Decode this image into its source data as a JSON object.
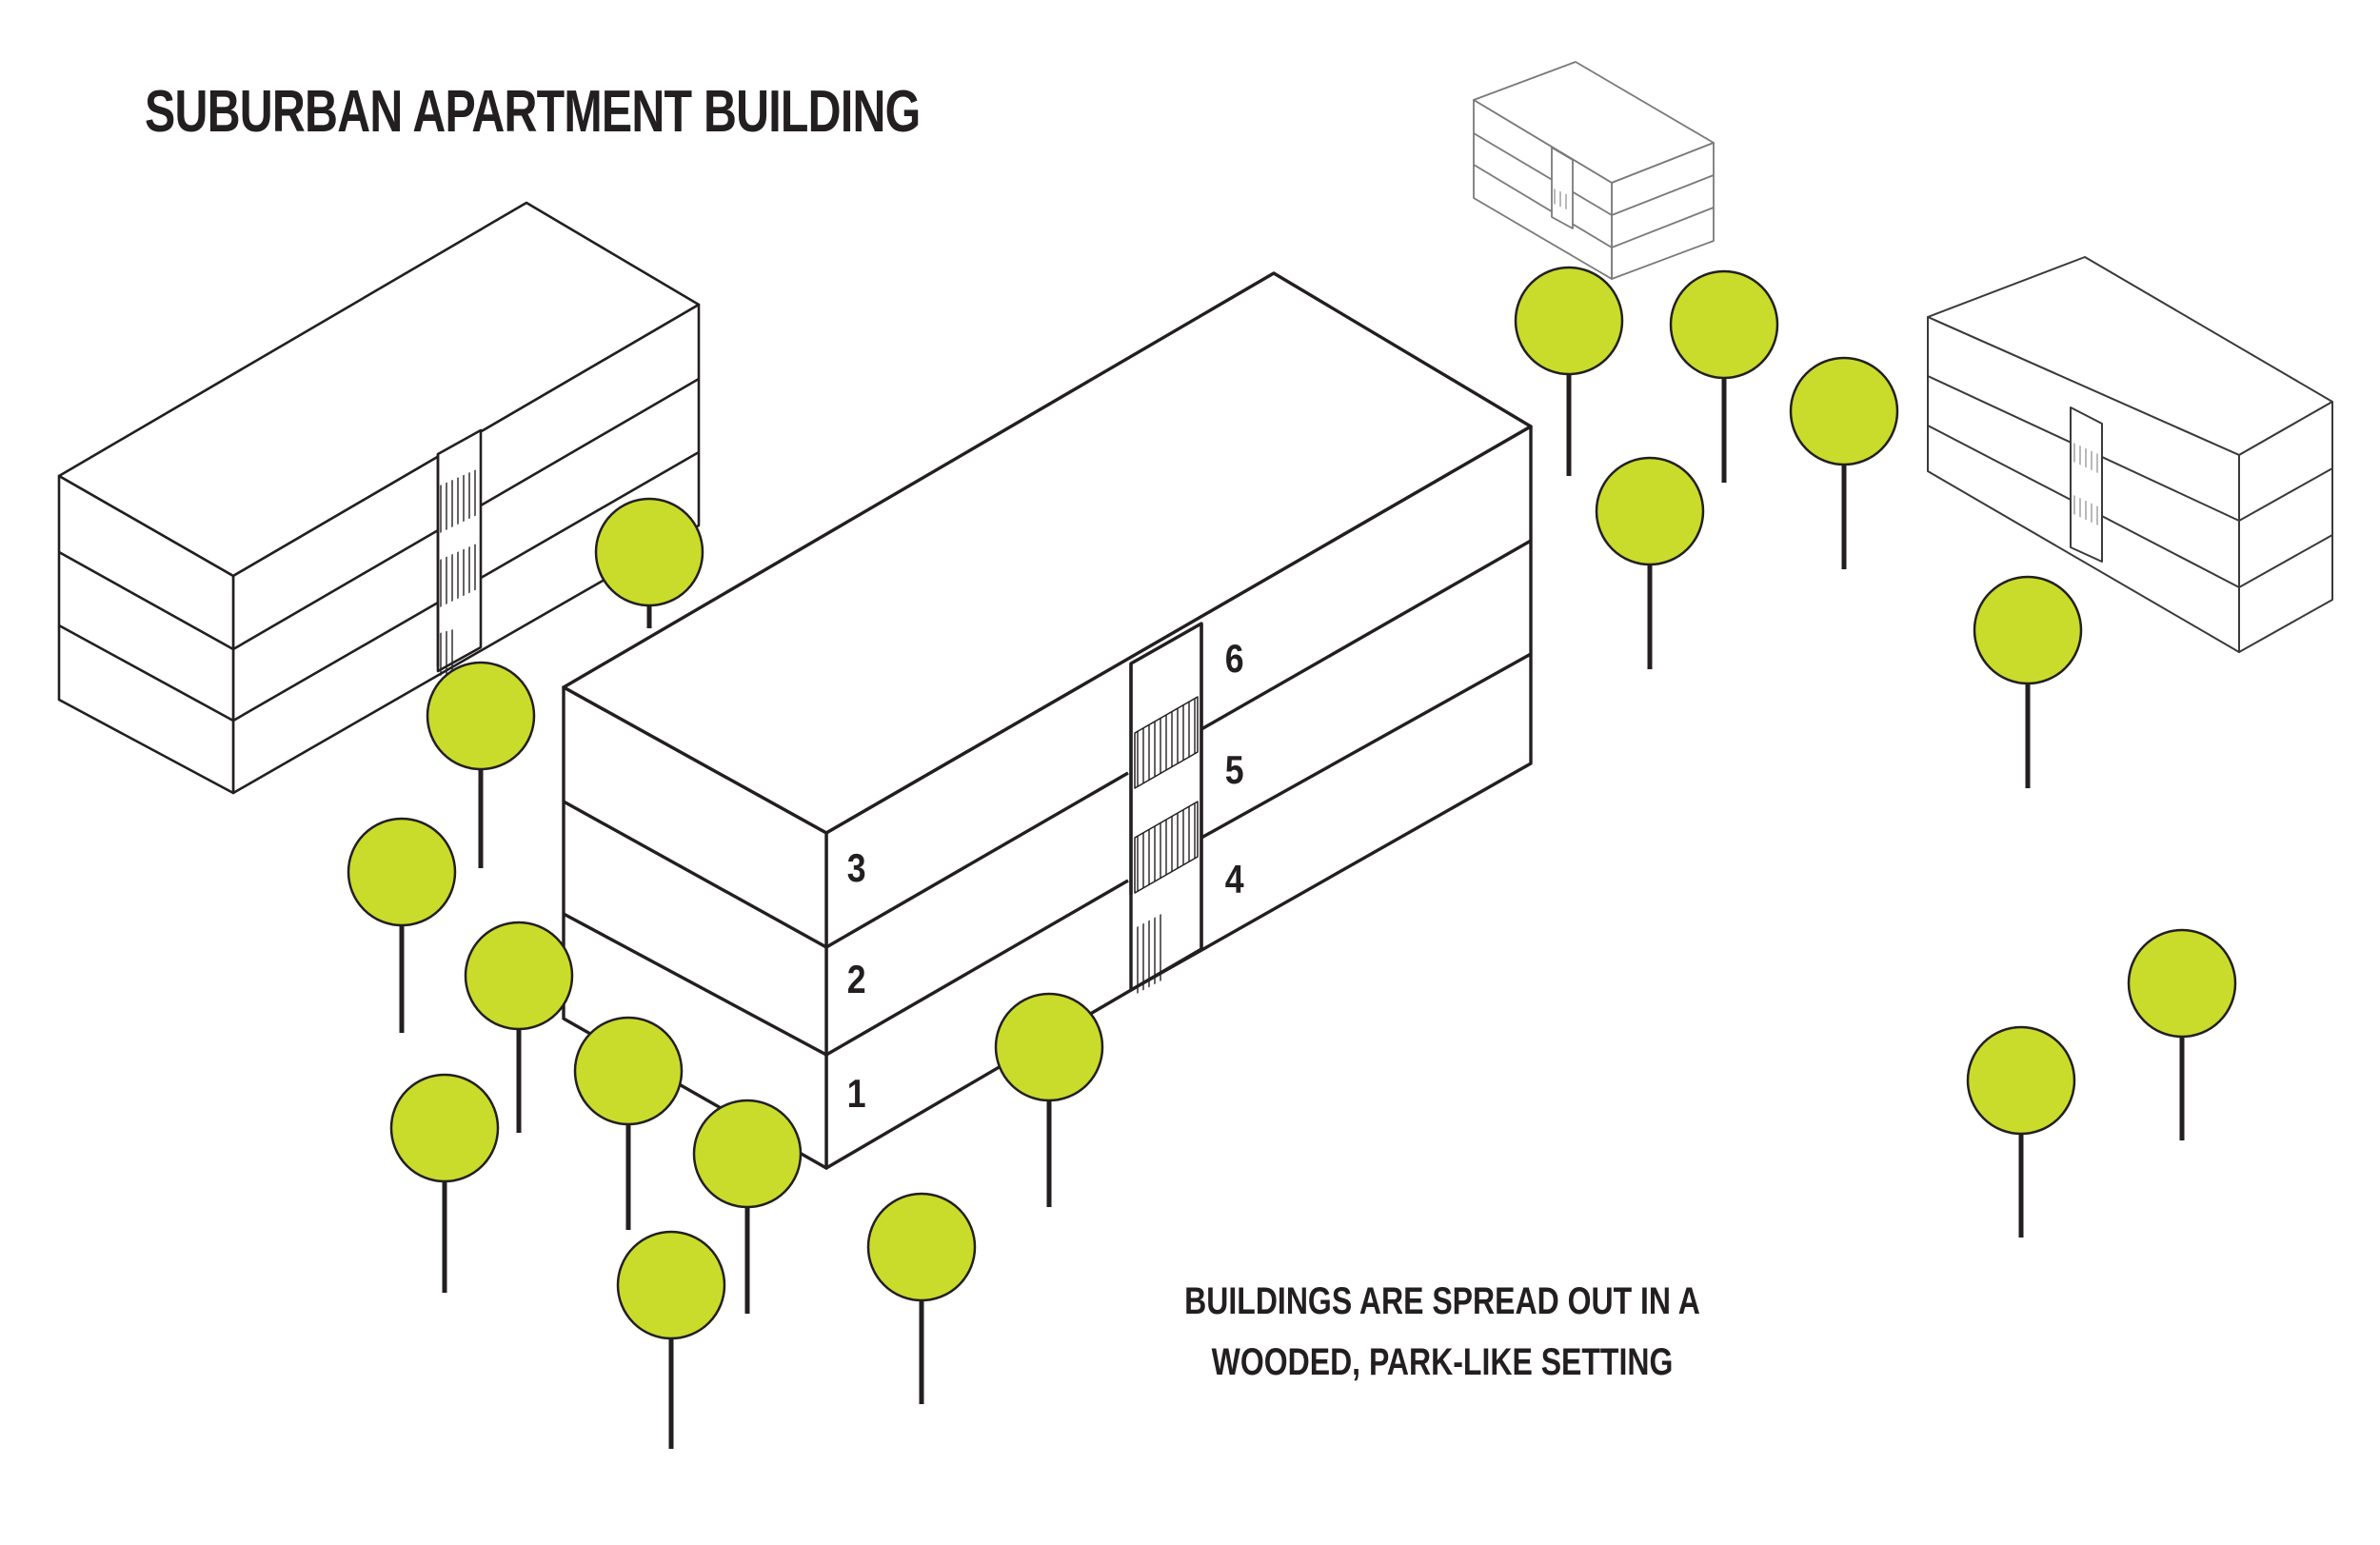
{
  "title": "SUBURBAN APARTMENT BUILDING",
  "caption": {
    "line1": "BUILDINGS ARE SPREAD OUT IN A",
    "line2": "WOODED, PARK-LIKE SETTING"
  },
  "floors": [
    "1",
    "2",
    "3",
    "4",
    "5",
    "6"
  ],
  "colors": {
    "tree_canopy": "#c9dc2b",
    "line": "#231f20",
    "background": "#ffffff"
  }
}
